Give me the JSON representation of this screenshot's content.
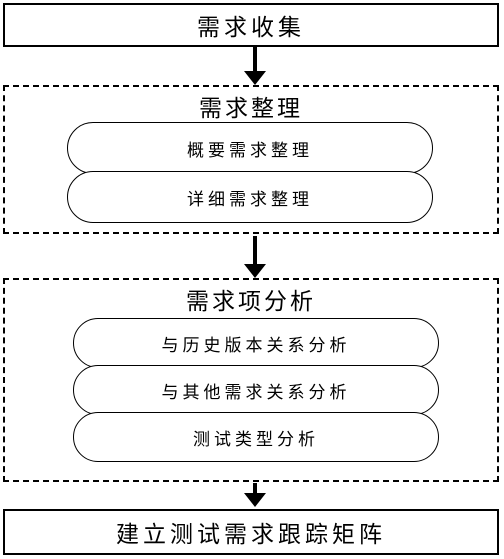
{
  "steps": {
    "collect": "需求收集",
    "organize": {
      "title": "需求整理",
      "items": [
        "概要需求整理",
        "详细需求整理"
      ]
    },
    "analyze": {
      "title": "需求项分析",
      "items": [
        "与历史版本关系分析",
        "与其他需求关系分析",
        "测试类型分析"
      ]
    },
    "matrix": "建立测试需求跟踪矩阵"
  }
}
